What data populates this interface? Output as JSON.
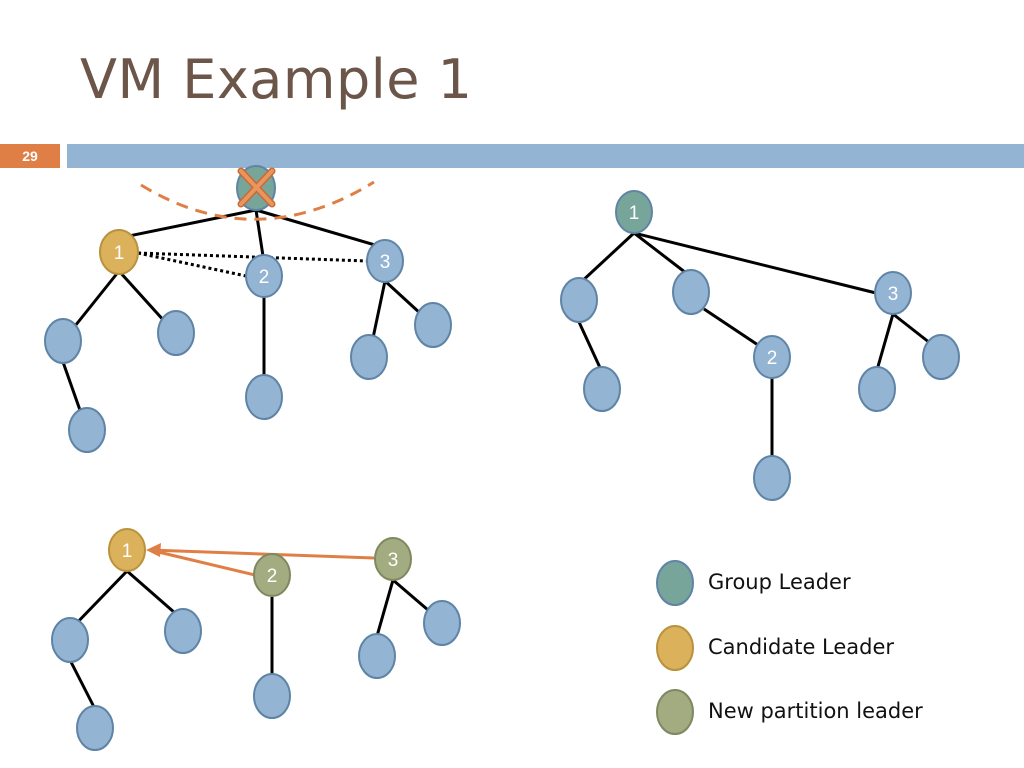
{
  "slide": {
    "title": "VM Example 1",
    "page_number": "29"
  },
  "colors": {
    "accent": "#e07f45",
    "header_bar": "#93b5d3",
    "node_fill": "#93b5d3",
    "node_stroke": "#5f84a6",
    "group_leader": "#78a59a",
    "candidate_leader": "#dbb15b",
    "new_partition_leader": "#a3ab80",
    "edge": "#000000",
    "failure_mark": "#e07f45"
  },
  "legend": [
    {
      "label": "Group Leader",
      "color": "#78a59a"
    },
    {
      "label": "Candidate Leader",
      "color": "#dbb15b"
    },
    {
      "label": "New partition leader",
      "color": "#a3ab80"
    }
  ],
  "node_labels": {
    "n1": "1",
    "n2": "2",
    "n3": "3"
  }
}
